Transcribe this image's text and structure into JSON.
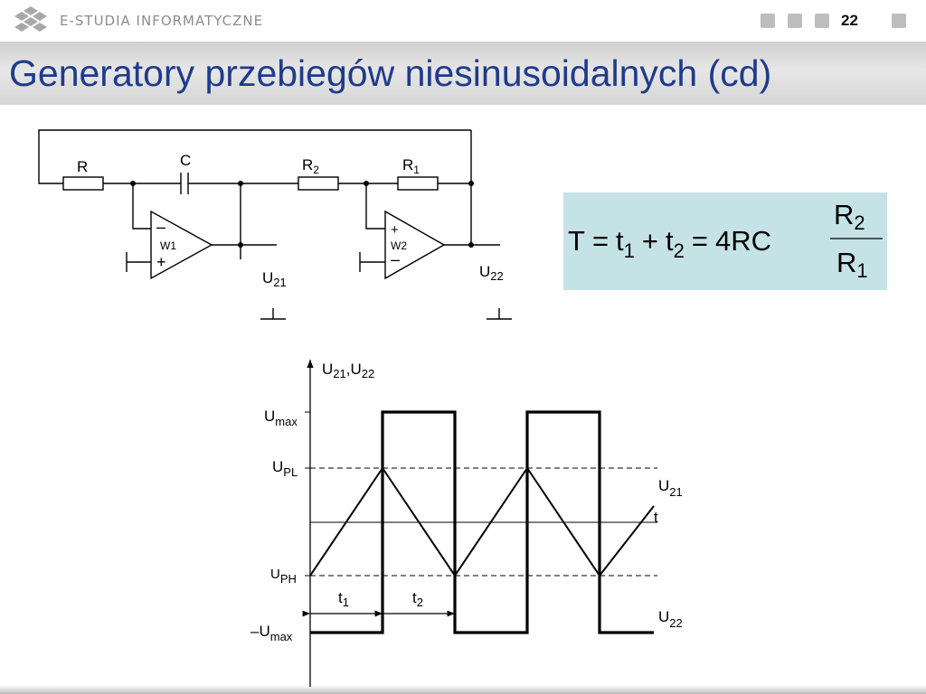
{
  "header": {
    "brand": "E-STUDIA INFORMATYCZNE",
    "page_number": "22"
  },
  "slide": {
    "title": "Generatory przebiegów niesinusoidalnych (cd)"
  },
  "circuit": {
    "resistor_r": "R",
    "capacitor_c": "C",
    "resistor_r2": {
      "base": "R",
      "sub": "2"
    },
    "resistor_r1": {
      "base": "R",
      "sub": "1"
    },
    "opamp1": {
      "name": "W1",
      "minus": "–",
      "plus": "+"
    },
    "opamp2": {
      "name": "W2",
      "plus": "+",
      "minus": "–"
    },
    "output1": {
      "base": "U",
      "sub": "21"
    },
    "output2": {
      "base": "U",
      "sub": "22"
    }
  },
  "formula": {
    "lhs": "T",
    "eq": "=",
    "t1": {
      "base": "t",
      "sub": "1"
    },
    "plus": "+",
    "t2": {
      "base": "t",
      "sub": "2"
    },
    "coef": "4RC",
    "num": {
      "base": "R",
      "sub": "2"
    },
    "den": {
      "base": "R",
      "sub": "1"
    }
  },
  "waveform": {
    "y_axis": {
      "u21_base": "U",
      "u21_sub": "21",
      "sep": ",",
      "u22_base": "U",
      "u22_sub": "22"
    },
    "levels": {
      "umax": {
        "base": "U",
        "sub": "max"
      },
      "upl": {
        "base": "U",
        "sub": "PL"
      },
      "uph": {
        "base": "U",
        "sub": "PH"
      },
      "neg_umax": {
        "sign": "–",
        "base": "U",
        "sub": "max"
      }
    },
    "time_axis": "t",
    "interval_t1": {
      "base": "t",
      "sub": "1"
    },
    "interval_t2": {
      "base": "t",
      "sub": "2"
    },
    "trace_u21": {
      "base": "U",
      "sub": "21"
    },
    "trace_u22": {
      "base": "U",
      "sub": "22"
    },
    "triangle_vertices": [
      [
        343,
        637
      ],
      [
        423,
        518
      ],
      [
        503,
        637
      ],
      [
        583,
        518
      ],
      [
        663,
        637
      ],
      [
        723,
        560
      ]
    ],
    "square_vertices": [
      [
        343,
        700
      ],
      [
        423,
        700
      ],
      [
        423,
        456
      ],
      [
        503,
        456
      ],
      [
        503,
        700
      ],
      [
        583,
        700
      ],
      [
        583,
        456
      ],
      [
        663,
        456
      ],
      [
        663,
        700
      ],
      [
        723,
        700
      ]
    ]
  }
}
